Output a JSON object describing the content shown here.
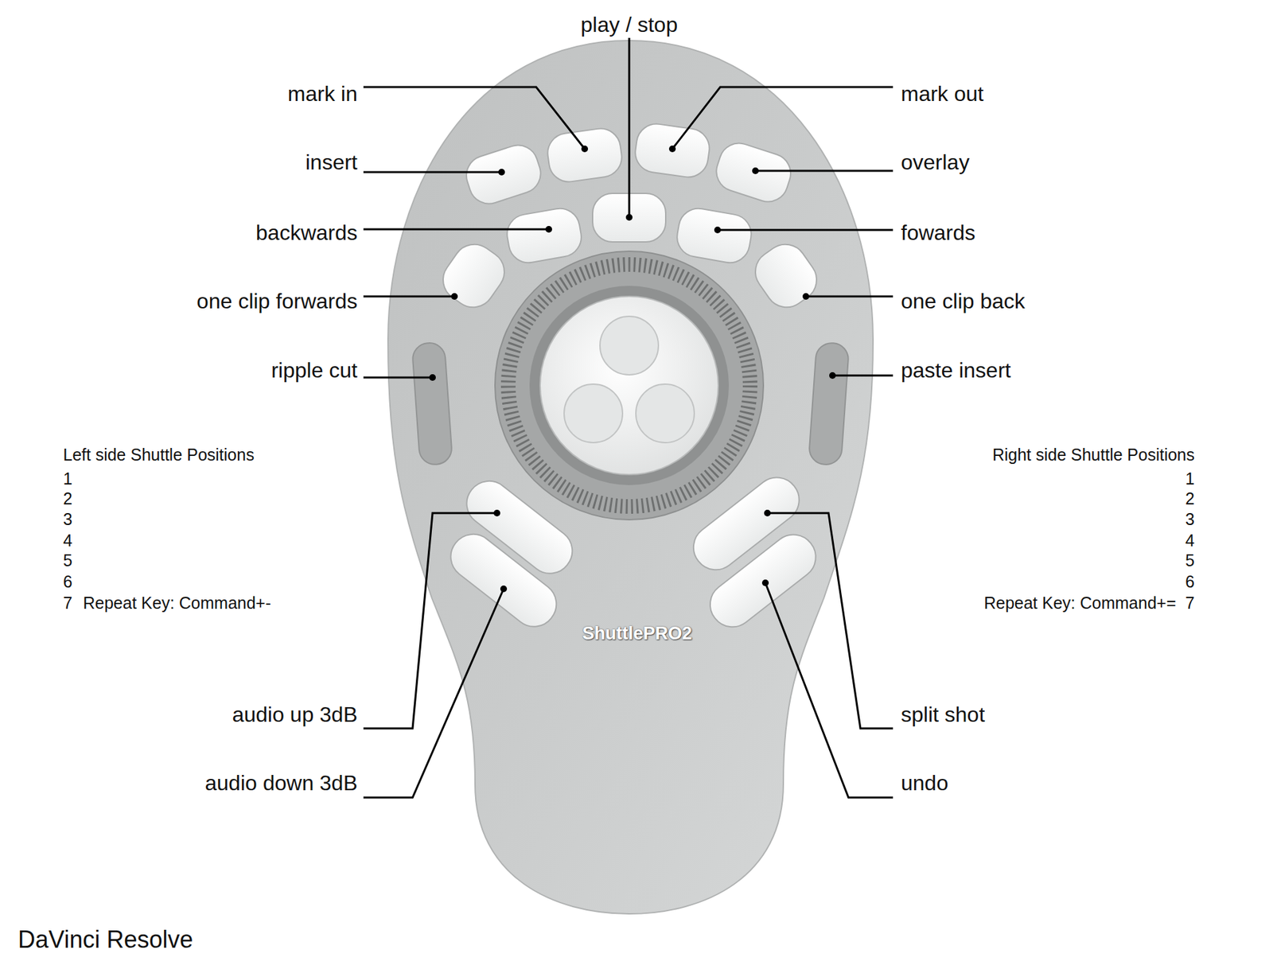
{
  "diagram": {
    "caption": "DaVinci Resolve",
    "labels": [
      "play / stop",
      "mark in",
      "mark out",
      "insert",
      "overlay",
      "backwards",
      "fowards",
      "one clip forwards",
      "one clip back",
      "ripple cut",
      "paste insert",
      "Left side Shuttle Positions",
      "1",
      "2",
      "3",
      "4",
      "5",
      "6",
      "7",
      "Repeat Key: Command+-",
      "Right side Shuttle Positions",
      "1",
      "2",
      "3",
      "4",
      "5",
      "6",
      "Repeat Key: Command+=",
      "7",
      "ShuttlePRO2",
      "audio up 3dB",
      "split shot",
      "audio down 3dB",
      "undo"
    ]
  }
}
